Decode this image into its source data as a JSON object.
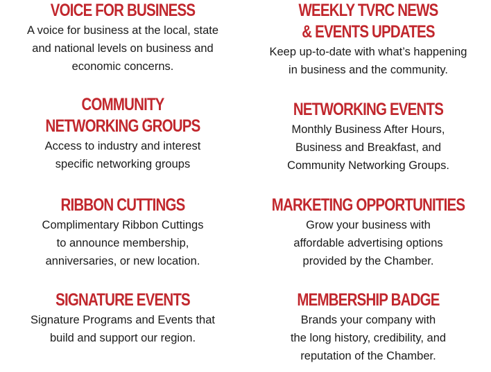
{
  "colors": {
    "heading": "#c1272d",
    "body_text": "#1a1a1a",
    "background": "#ffffff"
  },
  "left": [
    {
      "title_lines": [
        "VOICE FOR BUSINESS"
      ],
      "desc_lines": [
        "A voice for business at the local, state",
        "and national levels on business and",
        "economic concerns."
      ]
    },
    {
      "title_lines": [
        "COMMUNITY",
        "NETWORKING GROUPS"
      ],
      "desc_lines": [
        "Access to industry and interest",
        "specific networking groups"
      ]
    },
    {
      "title_lines": [
        "RIBBON CUTTINGS"
      ],
      "desc_lines": [
        "Complimentary Ribbon Cuttings",
        "to announce membership,",
        "anniversaries, or new location."
      ]
    },
    {
      "title_lines": [
        "SIGNATURE EVENTS"
      ],
      "desc_lines": [
        "Signature Programs and Events that",
        "build and support our region."
      ]
    }
  ],
  "right": [
    {
      "title_lines": [
        "WEEKLY TVRC NEWS",
        "& EVENTS UPDATES"
      ],
      "desc_lines": [
        "Keep up-to-date with what’s happening",
        "in business and the community."
      ]
    },
    {
      "title_lines": [
        "NETWORKING EVENTS"
      ],
      "desc_lines": [
        "Monthly Business After Hours,",
        "Business and Breakfast, and",
        "Community Networking Groups."
      ]
    },
    {
      "title_lines": [
        "MARKETING OPPORTUNITIES"
      ],
      "desc_lines": [
        "Grow your business with",
        "affordable advertising options",
        "provided by the Chamber."
      ]
    },
    {
      "title_lines": [
        "MEMBERSHIP BADGE"
      ],
      "desc_lines": [
        "Brands your company with",
        "the long history, credibility, and",
        "reputation of the Chamber."
      ]
    }
  ]
}
